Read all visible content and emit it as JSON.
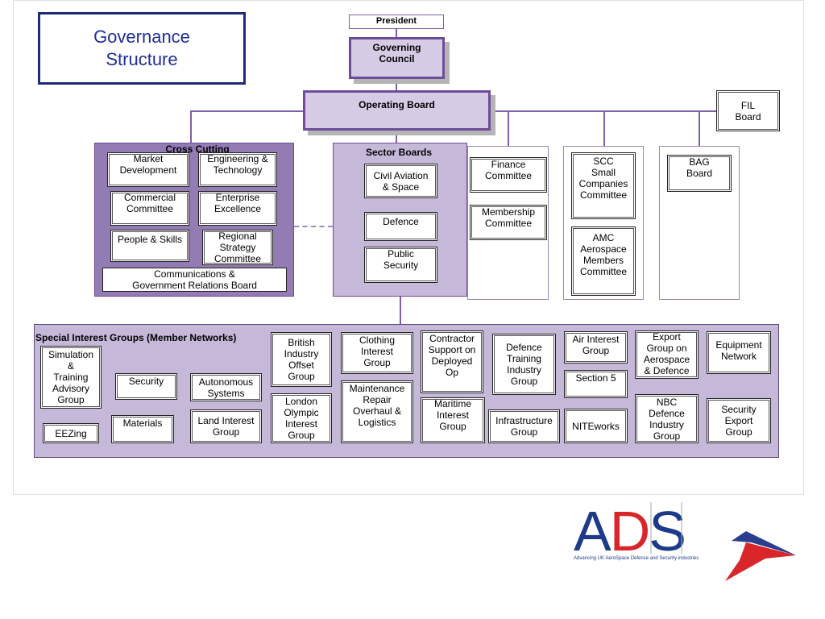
{
  "title": "Governance\nStructure",
  "top": {
    "president": "President",
    "governing_council": "Governing\nCouncil",
    "operating_board": "Operating Board",
    "fil_board": "FIL\nBoard"
  },
  "cross_cutting": {
    "heading": "Cross Cutting",
    "items": [
      "Market\nDevelopment",
      "Engineering &\nTechnology",
      "Commercial\nCommittee",
      "Enterprise\nExcellence",
      "People & Skills",
      "Regional\nStrategy\nCommittee",
      "Communications &\nGovernment Relations Board"
    ]
  },
  "sector_boards": {
    "heading": "Sector Boards",
    "items": [
      "Civil Aviation\n& Space",
      "Defence",
      "Public\nSecurity"
    ]
  },
  "finance_column": [
    "Finance\nCommittee",
    "Membership\nCommittee"
  ],
  "scc_column": [
    "SCC\nSmall\nCompanies\nCommittee",
    "AMC\nAerospace\nMembers\nCommittee"
  ],
  "bag_column": [
    "BAG\nBoard"
  ],
  "sig": {
    "heading": "Special Interest Groups (Member Networks)",
    "items": [
      "Simulation\n&\nTraining\nAdvisory\nGroup",
      "EEZing",
      "Security",
      "Materials",
      "Autonomous\nSystems",
      "Land Interest\nGroup",
      "British\nIndustry\nOffset\nGroup",
      "London\nOlympic\nInterest\nGroup",
      "Clothing\nInterest\nGroup",
      "Maintenance\nRepair\nOverhaul &\nLogistics",
      "Contractor\nSupport on\nDeployed\nOp",
      "Maritime\nInterest\nGroup",
      "Defence\nTraining\nIndustry\nGroup",
      "Infrastructure\nGroup",
      "Air Interest\nGroup",
      "Section 5",
      "NITEworks",
      "Export\nGroup on\nAerospace\n& Defence",
      "NBC\nDefence\nIndustry\nGroup",
      "Equipment\nNetwork",
      "Security\nExport\nGroup"
    ]
  },
  "logo": {
    "letters": "ADS",
    "tagline": "Advancing UK AeroSpace Defence and Security industries"
  },
  "colors": {
    "purple_border": "#6e4c9a",
    "panel_dark": "#937bb4",
    "panel_light": "#c6b8d9",
    "line": "#7e5ea5",
    "title_blue": "#1f2f9a",
    "logo_blue": "#1e3a8a",
    "logo_red": "#d8262b"
  }
}
